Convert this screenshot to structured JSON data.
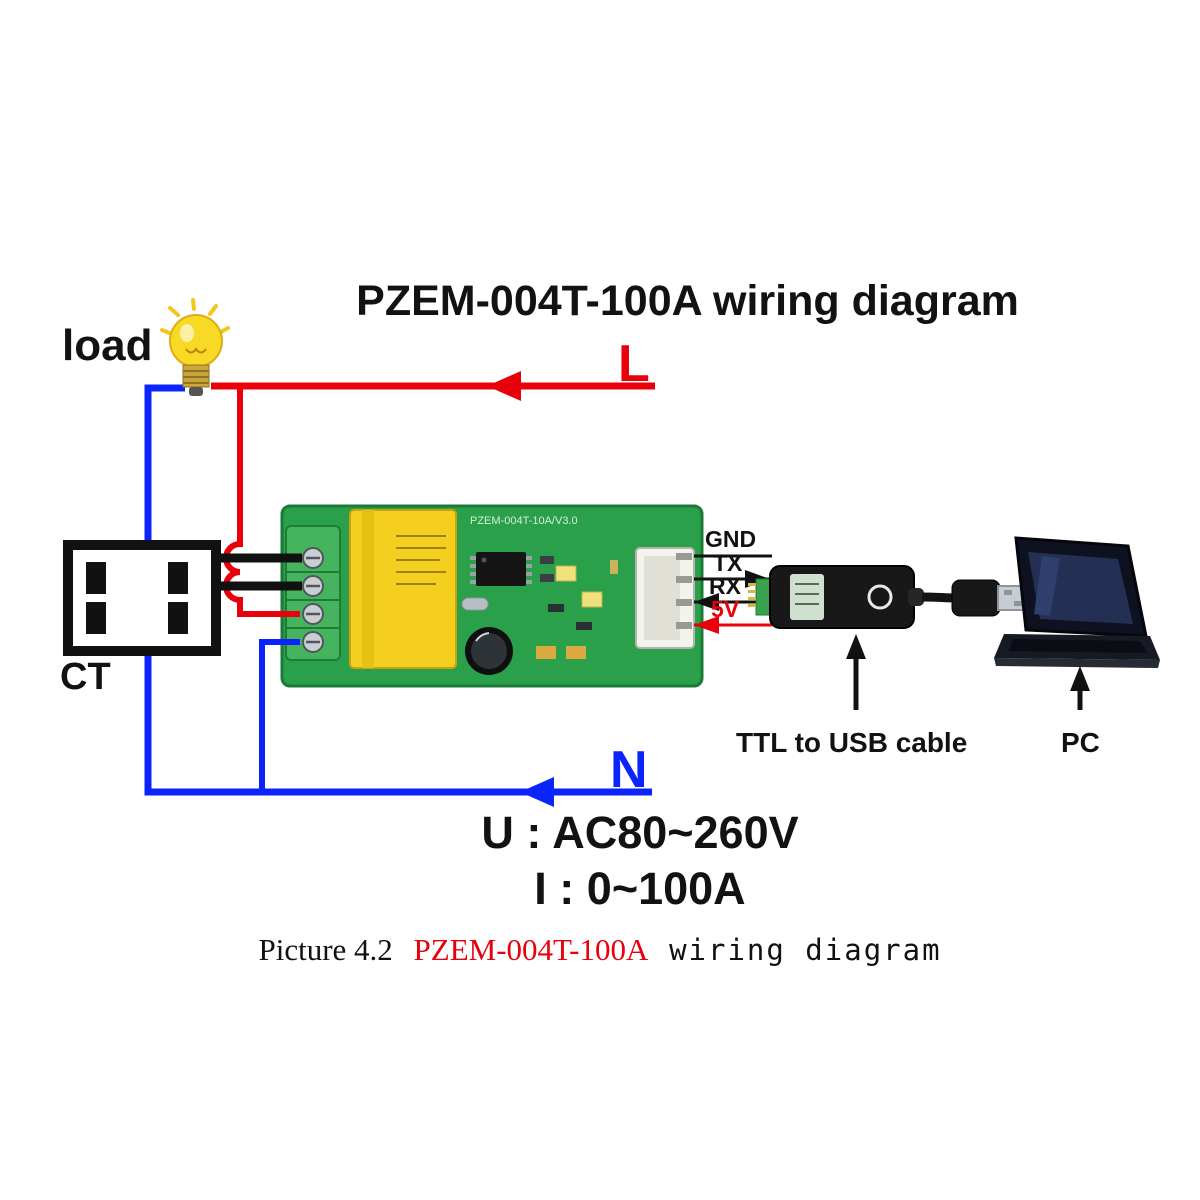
{
  "title": "PZEM-004T-100A wiring diagram",
  "load_label": "load",
  "ct_label": "CT",
  "wires": {
    "line_label": "L",
    "line_color": "#e8000b",
    "neutral_label": "N",
    "neutral_color": "#0b24fb"
  },
  "board": {
    "silkscreen": "PZEM-004T-10A/V3.0"
  },
  "pins": {
    "gnd_label": "GND",
    "tx_label": "TX",
    "rx_label": "RX",
    "v5_label": "5V",
    "v5_color": "#e8000b"
  },
  "adapter_label": "TTL to USB cable",
  "pc_label": "PC",
  "specs": {
    "voltage": "U : AC80~260V",
    "current": "I : 0~100A"
  },
  "caption": {
    "prefix": "Picture 4.2",
    "model": "PZEM-004T-100A",
    "suffix": "wiring diagram"
  },
  "colors": {
    "pcb": "#2ba04a",
    "terminal_block": "#46b35f",
    "transformer": "#f4cf1f",
    "bulb": "#f8da26"
  }
}
